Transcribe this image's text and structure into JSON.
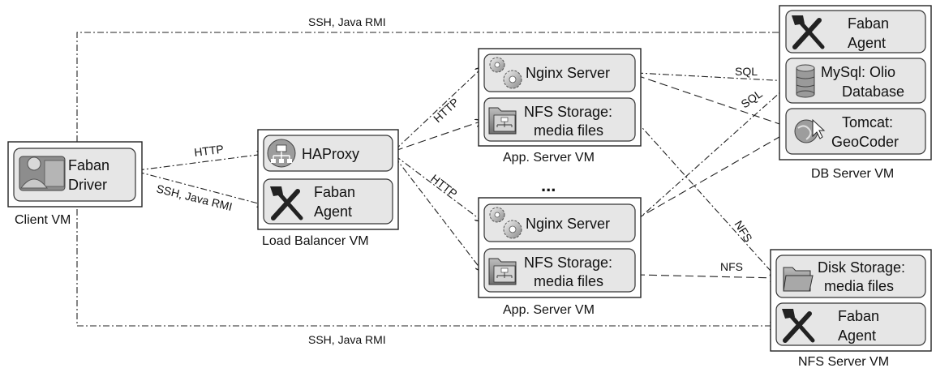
{
  "vms": {
    "client": {
      "label": "Client VM",
      "driver": [
        "Faban",
        "Driver"
      ]
    },
    "lb": {
      "label": "Load Balancer VM",
      "haproxy": "HAProxy",
      "agent": [
        "Faban",
        "Agent"
      ]
    },
    "app1": {
      "label": "App. Server VM",
      "nginx": "Nginx Server",
      "nfs": [
        "NFS Storage:",
        "media files"
      ]
    },
    "app2": {
      "label": "App. Server VM",
      "nginx": "Nginx Server",
      "nfs": [
        "NFS Storage:",
        "media files"
      ]
    },
    "db": {
      "label": "DB Server VM",
      "agent": [
        "Faban",
        "Agent"
      ],
      "mysql": [
        "MySql: Olio",
        "Database"
      ],
      "tomcat": [
        "Tomcat:",
        "GeoCoder"
      ]
    },
    "nfs": {
      "label": "NFS Server VM",
      "disk": [
        "Disk Storage:",
        "media files"
      ],
      "agent": [
        "Faban",
        "Agent"
      ]
    }
  },
  "ellipsis": "...",
  "edge_labels": {
    "ssh_top": "SSH, Java RMI",
    "ssh_bottom": "SSH, Java RMI",
    "client_http": "HTTP",
    "client_ssh": "SSH, Java RMI",
    "lb_http_top": "HTTP",
    "lb_http_bottom": "HTTP",
    "sql_1": "SQL",
    "sql_2": "SQL",
    "nfs_diag": "NFS",
    "nfs_horiz": "NFS"
  }
}
